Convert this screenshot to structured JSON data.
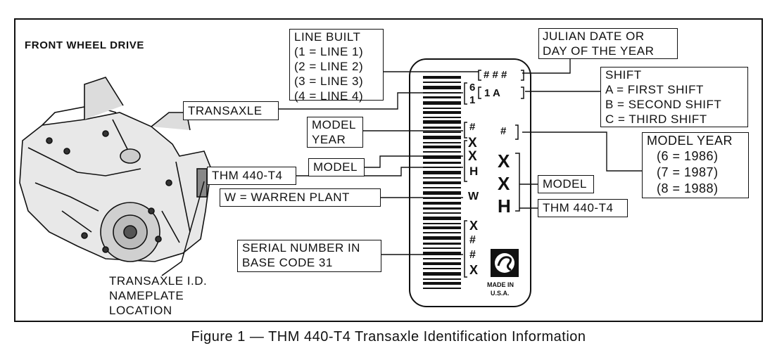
{
  "diagram": {
    "heading": "FRONT WHEEL DRIVE",
    "line_built": [
      "LINE BUILT",
      "(1  =  LINE 1)",
      "(2  =  LINE 2)",
      "(3  =  LINE 3)",
      "(4  =  LINE 4)"
    ],
    "julian": [
      "JULIAN DATE OR",
      "DAY OF THE YEAR"
    ],
    "shift": [
      "SHIFT",
      "A  =  FIRST SHIFT",
      "B  =  SECOND SHIFT",
      "C  =  THIRD SHIFT"
    ],
    "transaxle": "TRANSAXLE",
    "model_year_left": [
      "MODEL",
      "YEAR"
    ],
    "model_left": "MODEL",
    "thm_left": "THM 440-T4",
    "warren": "W  =  WARREN PLANT",
    "serial": [
      "SERIAL NUMBER IN",
      "BASE CODE 31"
    ],
    "id_location": [
      "TRANSAXLE I.D.",
      "NAMEPLATE",
      "LOCATION"
    ],
    "model_year_right": [
      "MODEL YEAR",
      "(6  =  1986)",
      "(7  =  1987)",
      "(8  =  1988)"
    ],
    "model_right": "MODEL",
    "thm_right": "THM 440-T4",
    "plate": {
      "col1": [
        "6",
        "1",
        "#",
        "X",
        "X",
        "H",
        "W",
        "X",
        "#",
        "#",
        "X"
      ],
      "col2_top": "# # #",
      "col2_shift": "1   A",
      "col2_year": "#",
      "col2_model": [
        "X",
        "X",
        "H"
      ],
      "made_in": [
        "MADE IN",
        "U.S.A."
      ]
    }
  },
  "caption": "Figure 1  —  THM 440-T4 Transaxle Identification Information"
}
